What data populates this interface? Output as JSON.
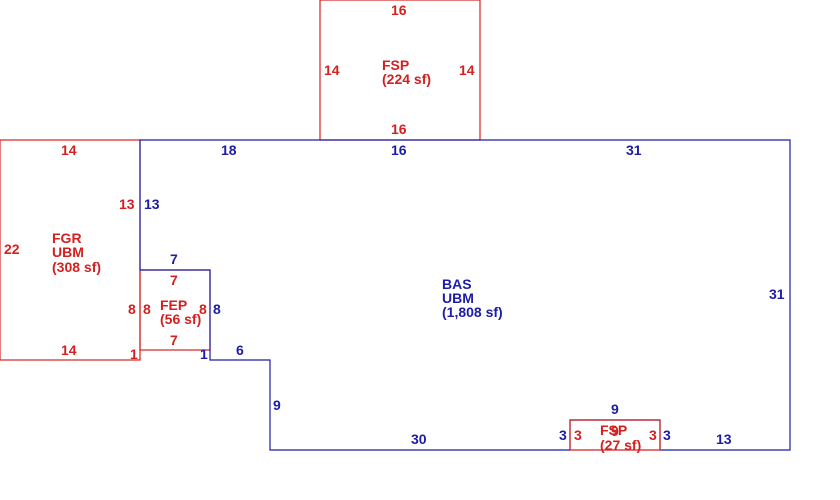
{
  "colors": {
    "red": "#d42020",
    "blue": "#1c1ca6"
  },
  "areas": {
    "fsp_top": {
      "code": "FSP",
      "area": "(224 sf)"
    },
    "fgr": {
      "code": "FGR",
      "sub": "UBM",
      "area": "(308 sf)"
    },
    "fep": {
      "code": "FEP",
      "area": "(56 sf)"
    },
    "bas": {
      "code": "BAS",
      "sub": "UBM",
      "area": "(1,808 sf)"
    },
    "fsp_bottom": {
      "code": "FSP",
      "area": "(27 sf)"
    }
  },
  "dims": {
    "fsp_top_top": "16",
    "fsp_top_left": "14",
    "fsp_top_right": "14",
    "fsp_top_bottom": "16",
    "fgr_top": "14",
    "fgr_left": "22",
    "fgr_right": "13",
    "fgr_lower_right": "8",
    "fgr_bottom": "14",
    "fgr_notch": "1",
    "bas_top_left": "18",
    "bas_top_mid": "16",
    "bas_top_right": "31",
    "bas_right": "31",
    "bas_left_upper": "13",
    "bas_step_top": "7",
    "bas_step_right": "8",
    "bas_step_notch": "1",
    "bas_ledge": "6",
    "bas_drop": "9",
    "bas_bottom_left": "30",
    "bas_bottom_right": "13",
    "bas_bump_left": "3",
    "bas_bump_top": "9",
    "bas_bump_right": "3",
    "fep_top": "7",
    "fep_left": "8",
    "fep_right": "8",
    "fep_bottom": "7",
    "fsp_bottom_left": "3",
    "fsp_bottom_right": "3",
    "fsp_bottom_top": "9"
  }
}
